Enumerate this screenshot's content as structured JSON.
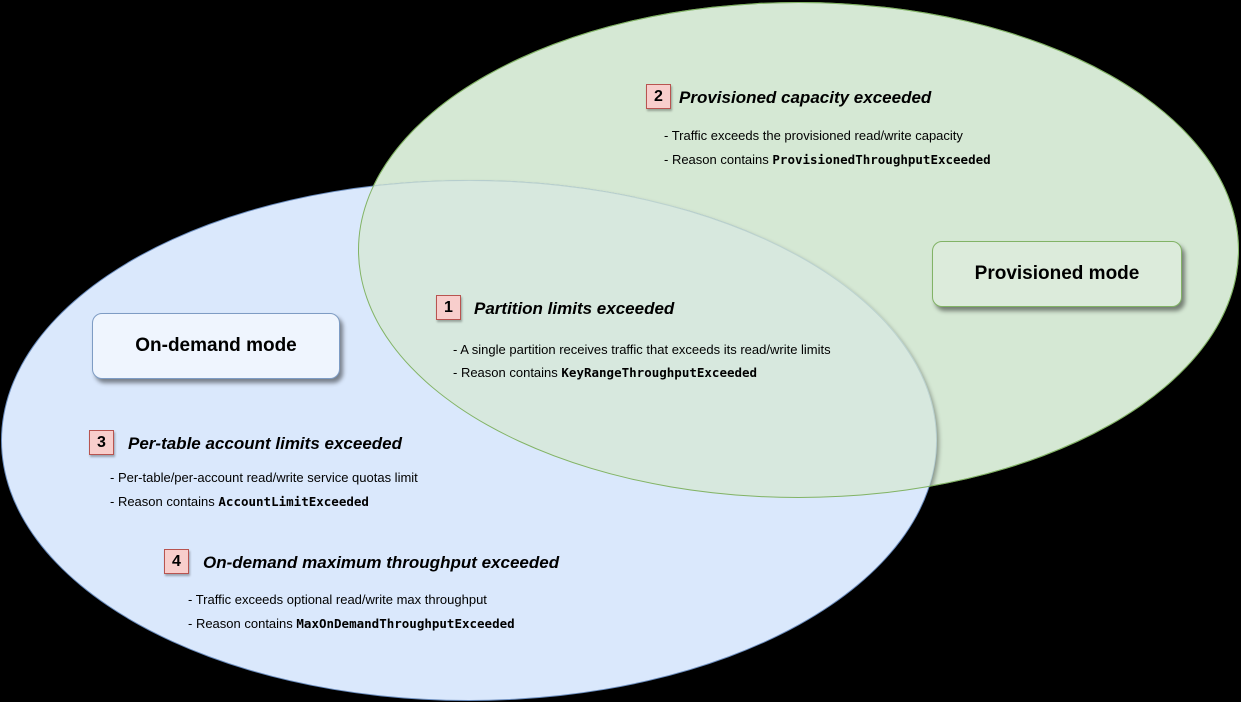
{
  "canvas": {
    "background": "#000000"
  },
  "regions": {
    "on_demand": {
      "label": "On-demand mode",
      "fill": "#dae8fc",
      "stroke": "#6c8ebf"
    },
    "provisioned": {
      "label": "Provisioned mode",
      "fill": "#d5e8d4",
      "stroke": "#82b366"
    }
  },
  "badge_style": {
    "fill": "#f8cecc",
    "stroke": "#b85450"
  },
  "items": [
    {
      "number": "1",
      "title": "Partition limits exceeded",
      "region": "overlap",
      "details": [
        {
          "text": "- A single partition receives traffic that exceeds its read/write limits",
          "code": ""
        },
        {
          "text": "- Reason contains ",
          "code": "KeyRangeThroughputExceeded"
        }
      ]
    },
    {
      "number": "2",
      "title": "Provisioned capacity exceeded",
      "region": "provisioned-only",
      "details": [
        {
          "text": "- Traffic exceeds the provisioned read/write capacity",
          "code": ""
        },
        {
          "text": "- Reason contains ",
          "code": "ProvisionedThroughputExceeded"
        }
      ]
    },
    {
      "number": "3",
      "title": "Per-table account limits exceeded",
      "region": "on-demand-only",
      "details": [
        {
          "text": "- Per-table/per-account read/write service quotas limit",
          "code": ""
        },
        {
          "text": "- Reason contains ",
          "code": "AccountLimitExceeded"
        }
      ]
    },
    {
      "number": "4",
      "title": "On-demand maximum throughput exceeded",
      "region": "on-demand-only",
      "details": [
        {
          "text": "- Traffic exceeds optional read/write max throughput",
          "code": ""
        },
        {
          "text": "- Reason contains ",
          "code": "MaxOnDemandThroughputExceeded"
        }
      ]
    }
  ]
}
